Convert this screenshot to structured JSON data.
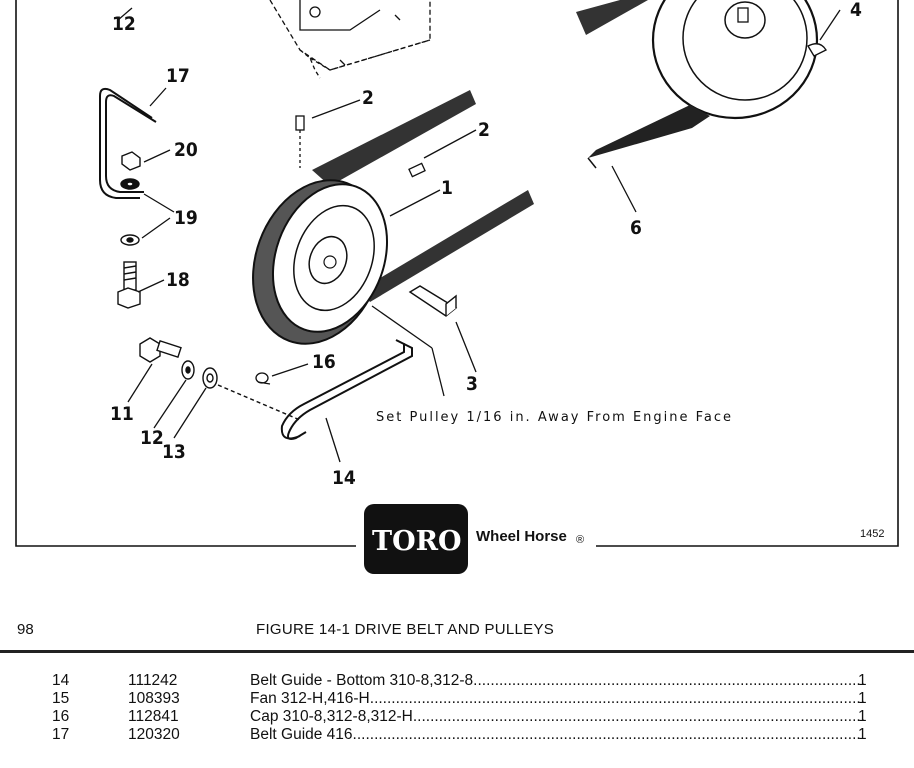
{
  "diagram": {
    "callouts": [
      "12",
      "17",
      "2",
      "4",
      "20",
      "2",
      "1",
      "19",
      "6",
      "18",
      "3",
      "16",
      "11",
      "12",
      "13",
      "14"
    ],
    "note": "Set Pulley 1/16 in. Away From Engine Face",
    "logo": {
      "brand": "TORO",
      "sub_brand": "Wheel Horse",
      "registered": "®"
    },
    "figure_number": "1452"
  },
  "page": {
    "number": "98",
    "caption": "FIGURE 14-1 DRIVE BELT AND PULLEYS"
  },
  "parts": [
    {
      "ref": "14",
      "part_no": "111242",
      "description": "Belt Guide - Bottom  310-8,312-8",
      "qty": "1"
    },
    {
      "ref": "15",
      "part_no": "108393",
      "description": "Fan  312-H,416-H",
      "qty": "1"
    },
    {
      "ref": "16",
      "part_no": "112841",
      "description": "Cap  310-8,312-8,312-H",
      "qty": "1"
    },
    {
      "ref": "17",
      "part_no": "120320",
      "description": "Belt Guide  416",
      "qty": "1"
    }
  ],
  "colors": {
    "ink": "#111111",
    "logo_bg": "#111111",
    "paper": "#ffffff"
  },
  "icons": [
    "pulley-illustration",
    "v-belt-illustration",
    "bolt-illustration",
    "toro-logo"
  ]
}
